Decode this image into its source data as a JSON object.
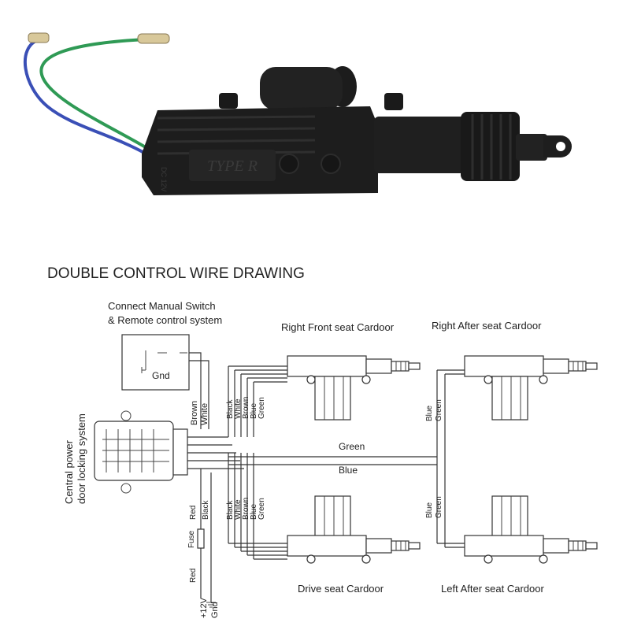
{
  "product": {
    "label_text": "TYPE R",
    "side_text": "DC 12V",
    "wire_colors": {
      "blue": "#3a4fb6",
      "green": "#2f9a55",
      "terminal": "#d8c89a"
    }
  },
  "diagram": {
    "title": "DOUBLE  CONTROL WIRE DRAWING",
    "switch_caption_line1": "Connect Manual Switch",
    "switch_caption_line2": "& Remote control system",
    "switch_gnd": "Gnd",
    "unit_label_line1": "Central power",
    "unit_label_line2": "door locking system",
    "doors": {
      "right_front": "Right Front seat Cardoor",
      "right_after": "Right After seat Cardoor",
      "drive": "Drive seat Cardoor",
      "left_after": "Left After seat Cardoor"
    },
    "bus_labels": {
      "green": "Green",
      "blue": "Blue"
    },
    "switch_wires": [
      "Brown",
      "White"
    ],
    "front_door_wires": [
      "Black",
      "White",
      "Brown",
      "Blue",
      "Green"
    ],
    "rear_door_wires": [
      "Blue",
      "Green"
    ],
    "power_labels": {
      "red": "Red",
      "black": "Black",
      "fuse": "Fuse",
      "red2": "Red",
      "plus12v": "+12V",
      "gnd": "Gnd"
    }
  }
}
